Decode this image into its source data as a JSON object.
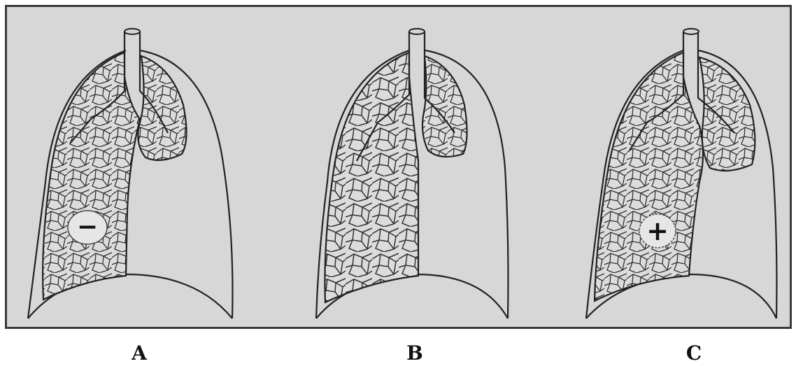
{
  "figure": {
    "panels": [
      {
        "label": "A",
        "marker": "−"
      },
      {
        "label": "B",
        "marker": ""
      },
      {
        "label": "C",
        "marker": "+"
      }
    ]
  }
}
